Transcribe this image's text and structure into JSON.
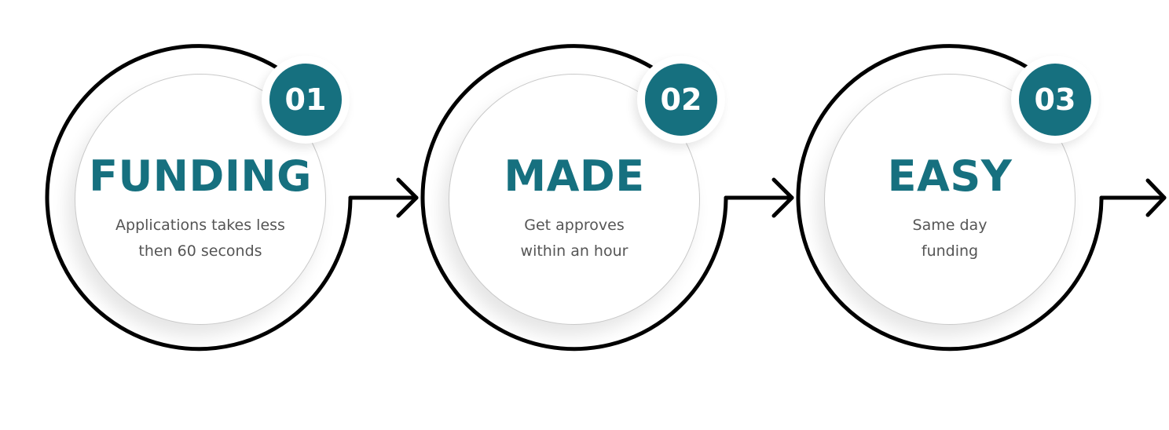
{
  "steps": [
    {
      "number": "01",
      "title": "FUNDING",
      "description_lines": [
        "Applications takes less",
        "then 60 seconds"
      ]
    },
    {
      "number": "02",
      "title": "MADE",
      "description_lines": [
        "Get approves",
        "within an hour"
      ]
    },
    {
      "number": "03",
      "title": "EASY",
      "description_lines": [
        "Same day",
        "funding"
      ]
    }
  ],
  "colors": {
    "accent": "#16707f",
    "outline": "#000000",
    "description_text": "#555555",
    "background": "#ffffff"
  },
  "icons": [
    "arrow-right-icon"
  ]
}
